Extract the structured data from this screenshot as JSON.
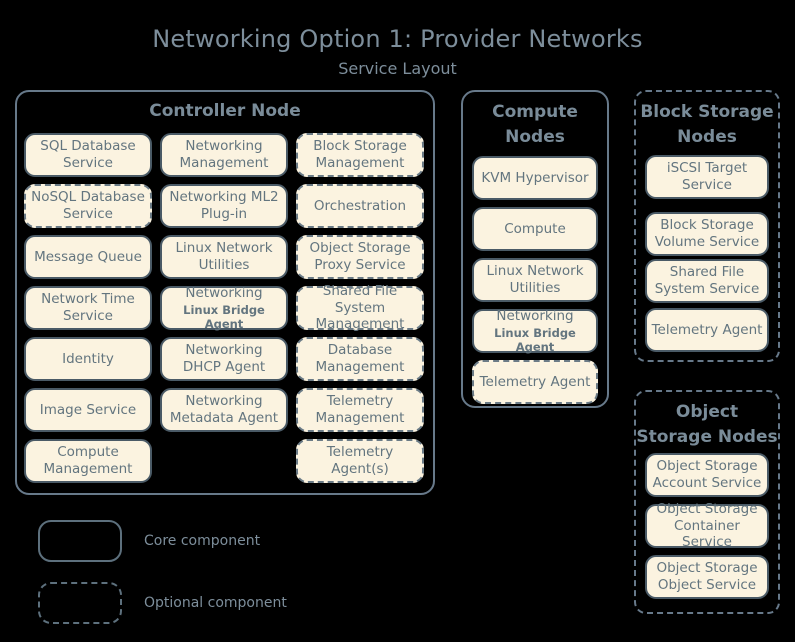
{
  "title": "Networking Option 1: Provider Networks",
  "subtitle": "Service Layout",
  "colors": {
    "background": "#000000",
    "panel_border": "#67798a",
    "box_fill": "#fbf3e0",
    "box_border": "#4a5a66",
    "text": "#63757f",
    "title_text": "#7d8e9b"
  },
  "panels": {
    "controller": {
      "title": "Controller Node",
      "style": "core",
      "columns": [
        {
          "items": [
            {
              "label": "SQL Database Service",
              "style": "core"
            },
            {
              "label": "NoSQL Database Service",
              "style": "optional"
            },
            {
              "label": "Message Queue",
              "style": "core"
            },
            {
              "label": "Network Time Service",
              "style": "core"
            },
            {
              "label": "Identity",
              "style": "core"
            },
            {
              "label": "Image Service",
              "style": "core"
            },
            {
              "label": "Compute Management",
              "style": "core"
            }
          ]
        },
        {
          "items": [
            {
              "label": "Networking Management",
              "style": "core"
            },
            {
              "label": "Networking ML2 Plug-in",
              "style": "core"
            },
            {
              "label": "Linux Network Utilities",
              "style": "core"
            },
            {
              "label": "Networking",
              "sub": "Linux Bridge Agent",
              "style": "core"
            },
            {
              "label": "Networking DHCP Agent",
              "style": "core"
            },
            {
              "label": "Networking Metadata Agent",
              "style": "core"
            }
          ]
        },
        {
          "items": [
            {
              "label": "Block Storage Management",
              "style": "optional"
            },
            {
              "label": "Orchestration",
              "style": "optional"
            },
            {
              "label": "Object Storage Proxy Service",
              "style": "optional"
            },
            {
              "label": "Shared File System Management",
              "style": "optional"
            },
            {
              "label": "Database Management",
              "style": "optional"
            },
            {
              "label": "Telemetry Management",
              "style": "optional"
            },
            {
              "label": "Telemetry Agent(s)",
              "style": "optional"
            }
          ]
        }
      ]
    },
    "compute": {
      "title": "Compute Nodes",
      "style": "core",
      "items": [
        {
          "label": "KVM Hypervisor",
          "style": "core"
        },
        {
          "label": "Compute",
          "style": "core"
        },
        {
          "label": "Linux Network Utilities",
          "style": "core"
        },
        {
          "label": "Networking",
          "sub": "Linux Bridge Agent",
          "style": "core"
        },
        {
          "label": "Telemetry Agent",
          "style": "optional"
        }
      ]
    },
    "block_storage": {
      "title": "Block Storage Nodes",
      "style": "optional",
      "items": [
        {
          "label": "iSCSI Target Service",
          "style": "core"
        },
        {
          "label": "Block Storage Volume Service",
          "style": "core"
        },
        {
          "label": "Shared File System Service",
          "style": "core"
        },
        {
          "label": "Telemetry Agent",
          "style": "core"
        }
      ]
    },
    "object_storage": {
      "title": "Object Storage Nodes",
      "style": "optional",
      "items": [
        {
          "label": "Object Storage Account Service",
          "style": "core"
        },
        {
          "label": "Object Storage Container Service",
          "style": "core"
        },
        {
          "label": "Object Storage Object Service",
          "style": "core"
        }
      ]
    }
  },
  "legend": [
    {
      "style": "core",
      "label": "Core component"
    },
    {
      "style": "optional",
      "label": "Optional component"
    }
  ]
}
